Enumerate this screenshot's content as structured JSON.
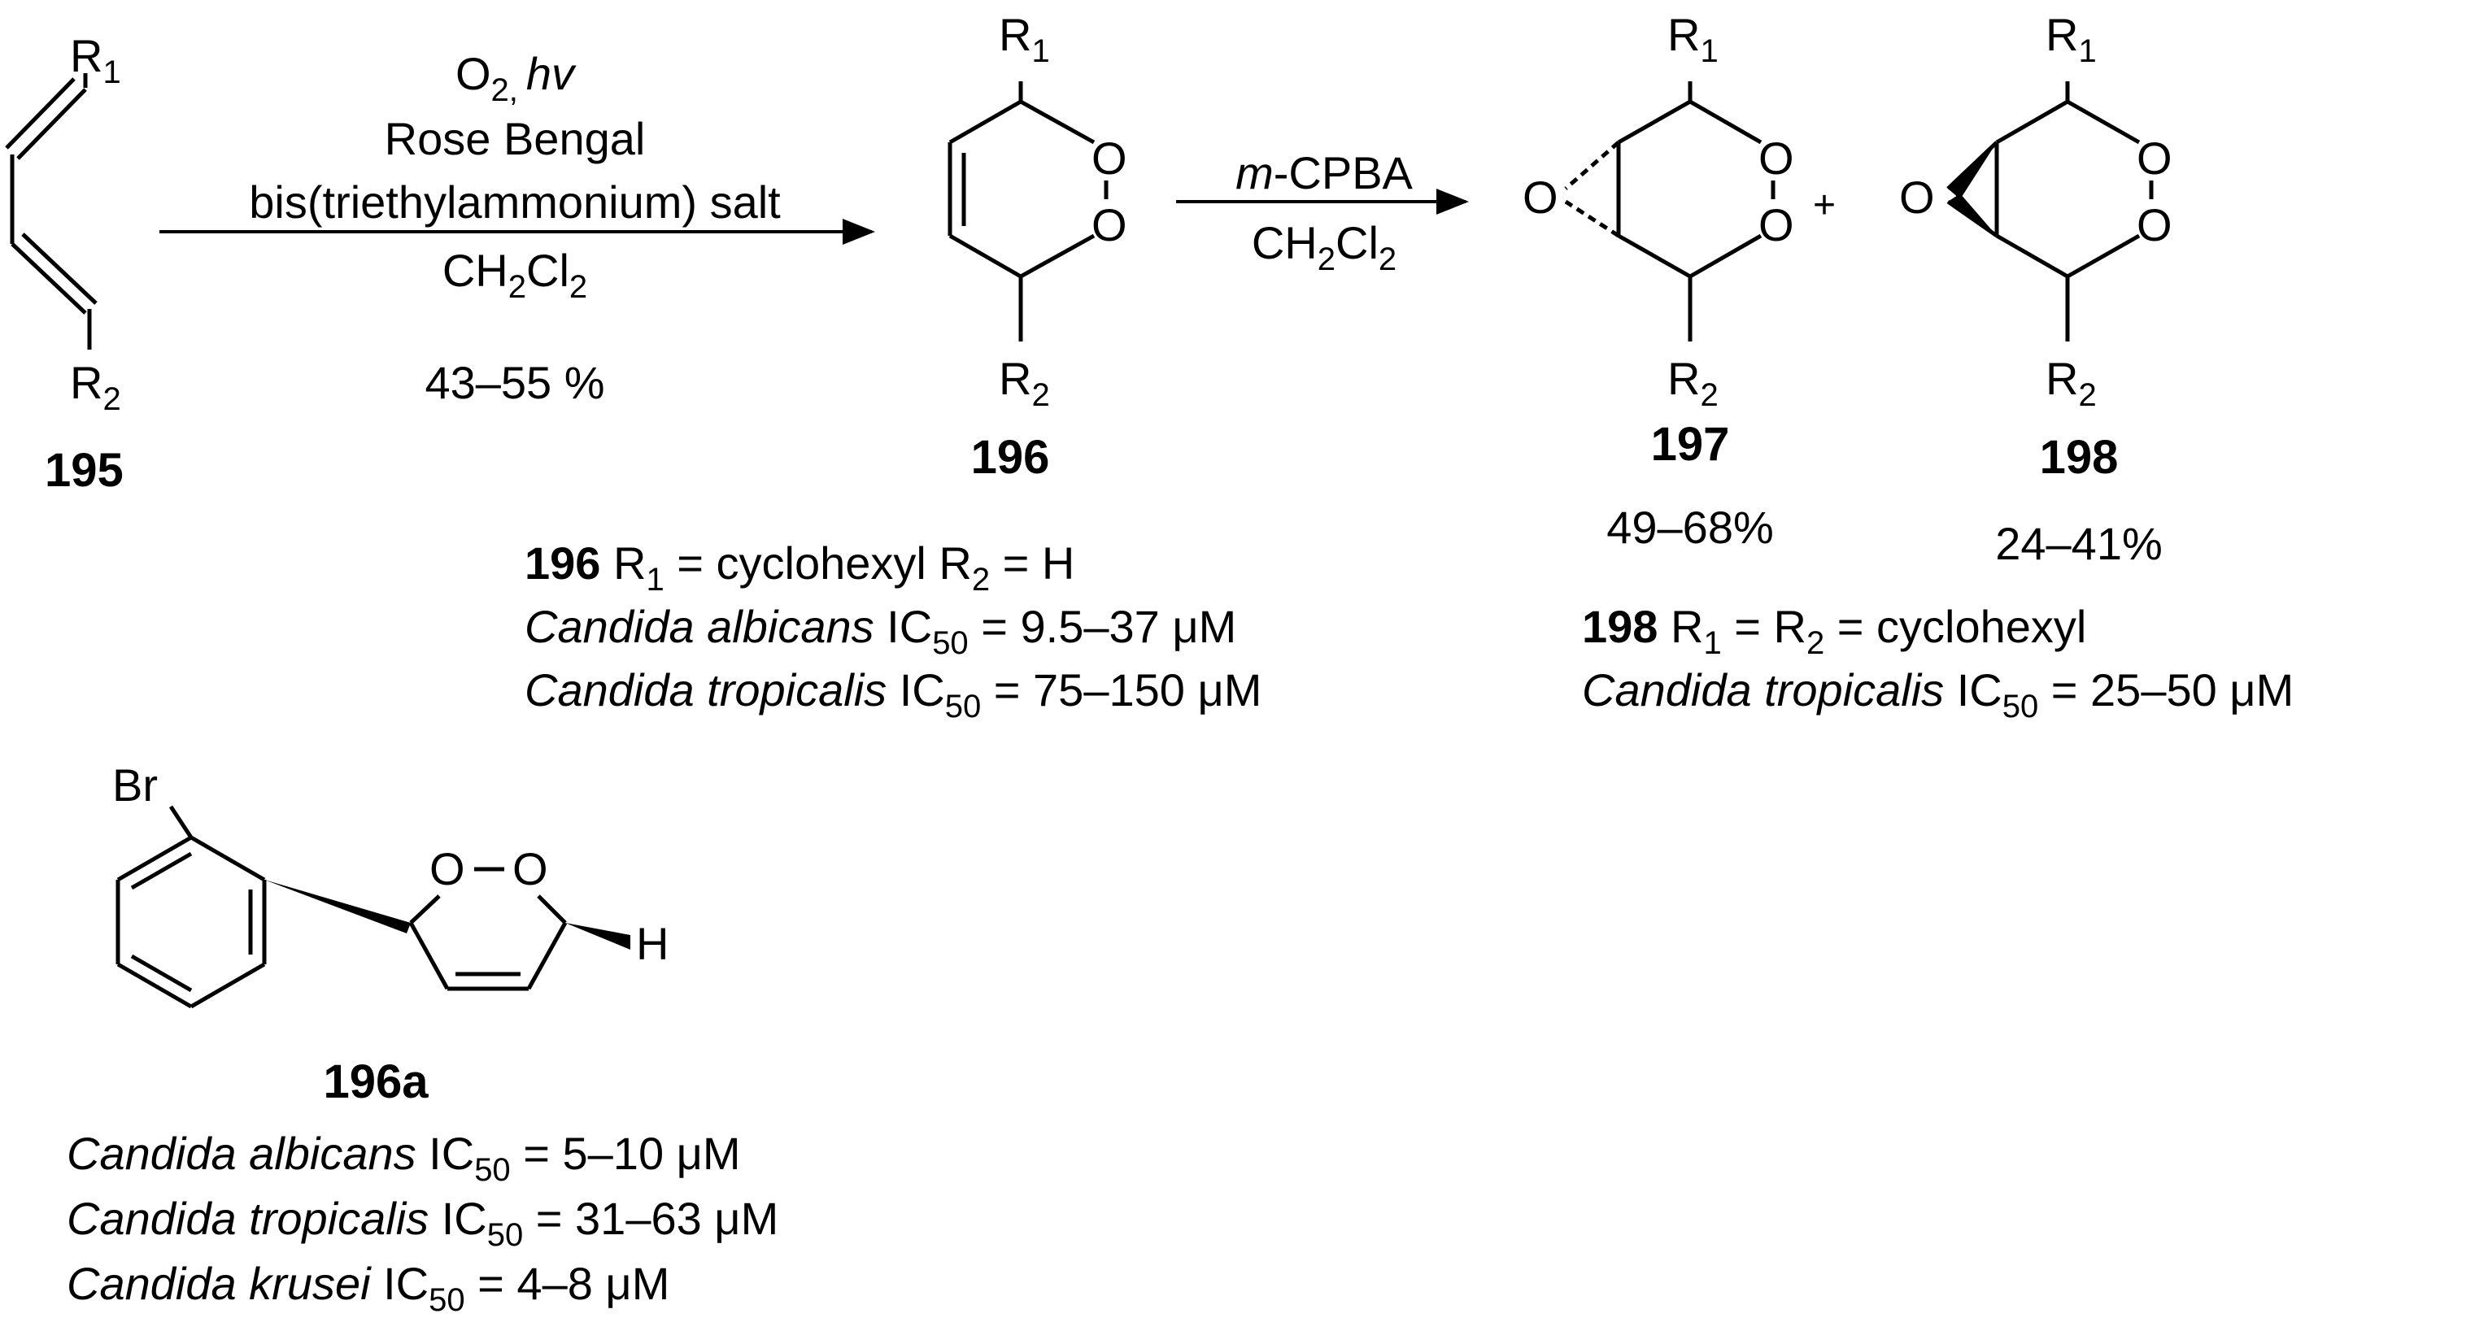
{
  "compound_195": {
    "label": "195",
    "substituent_top": "R",
    "substituent_top_sub": "1",
    "substituent_bottom": "R",
    "substituent_bottom_sub": "2"
  },
  "step1": {
    "reagent1_a": "O",
    "reagent1_sub": "2,",
    "reagent1_b": "hv",
    "reagent2": "Rose Bengal",
    "reagent3": "bis(triethylammonium) salt",
    "solvent_a": "CH",
    "solvent_sub1": "2",
    "solvent_b": "Cl",
    "solvent_sub2": "2",
    "yield": "43–55 %"
  },
  "compound_196": {
    "label": "196",
    "r1": "R",
    "r1_sub": "1",
    "r2": "R",
    "r2_sub": "2",
    "o_top": "O",
    "o_bottom": "O"
  },
  "step2": {
    "reagent_prefix": "m",
    "reagent_rest": "-CPBA",
    "solvent_a": "CH",
    "solvent_sub1": "2",
    "solvent_b": "Cl",
    "solvent_sub2": "2"
  },
  "compound_197": {
    "label": "197",
    "yield": "49–68%",
    "r1": "R",
    "r1_sub": "1",
    "r2": "R",
    "r2_sub": "2",
    "o_epoxide": "O",
    "o_top": "O",
    "o_bottom": "O"
  },
  "plus": "+",
  "compound_198": {
    "label": "198",
    "yield": "24–41%",
    "r1": "R",
    "r1_sub": "1",
    "r2": "R",
    "r2_sub": "2",
    "o_epoxide": "O",
    "o_top": "O",
    "o_bottom": "O"
  },
  "note_196": {
    "line1": {
      "bold": "196",
      "a": " R",
      "a_sub": "1",
      "b": " = cyclohexyl R",
      "b_sub": "2",
      "c": " = H"
    },
    "line2": {
      "species": "Candida albicans",
      "ic": " IC",
      "ic_sub": "50",
      "value": " = 9.5–37 μM"
    },
    "line3": {
      "species": "Candida tropicalis",
      "ic": " IC",
      "ic_sub": "50",
      "value": " = 75–150 μM"
    }
  },
  "note_198": {
    "line1": {
      "bold": "198",
      "a": " R",
      "a_sub": "1",
      "b": " = R",
      "b_sub": "2",
      "c": " = cyclohexyl"
    },
    "line2": {
      "species": "Candida tropicalis",
      "ic": " IC",
      "ic_sub": "50",
      "value": " = 25–50 μM"
    }
  },
  "compound_196a": {
    "label": "196a",
    "br": "Br",
    "o1": "O",
    "o2": "O",
    "h": "H",
    "line1": {
      "species": "Candida albicans",
      "ic": " IC",
      "ic_sub": "50",
      "value": " = 5–10 μM"
    },
    "line2": {
      "species": "Candida tropicalis",
      "ic": " IC",
      "ic_sub": "50",
      "value": " = 31–63 μM"
    },
    "line3": {
      "species": "Candida krusei",
      "ic": " IC",
      "ic_sub": "50",
      "value": " = 4–8 μM"
    }
  }
}
